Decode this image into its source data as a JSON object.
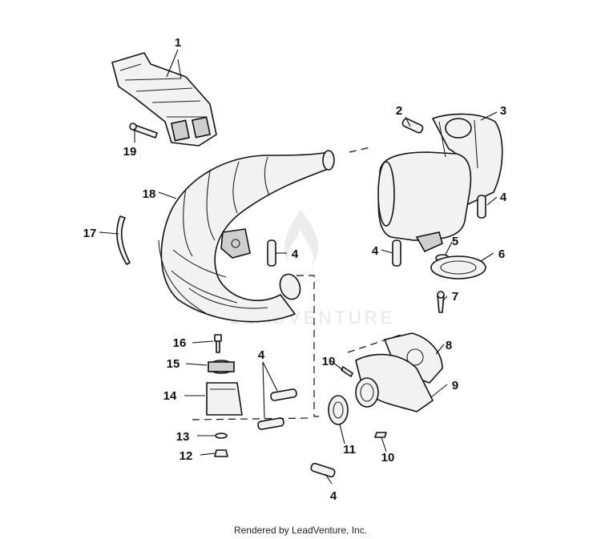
{
  "watermark": "LEADVENTURE",
  "footer": "Rendered by LeadVenture, Inc.",
  "callouts": {
    "c1": "1",
    "c2": "2",
    "c3": "3",
    "c4a": "4",
    "c4b": "4",
    "c4c": "4",
    "c4d": "4",
    "c4e": "4",
    "c5": "5",
    "c6": "6",
    "c7": "7",
    "c8": "8",
    "c9": "9",
    "c10a": "10",
    "c10b": "10",
    "c11": "11",
    "c12": "12",
    "c13": "13",
    "c14": "14",
    "c15": "15",
    "c16": "16",
    "c17": "17",
    "c18": "18",
    "c19": "19"
  }
}
